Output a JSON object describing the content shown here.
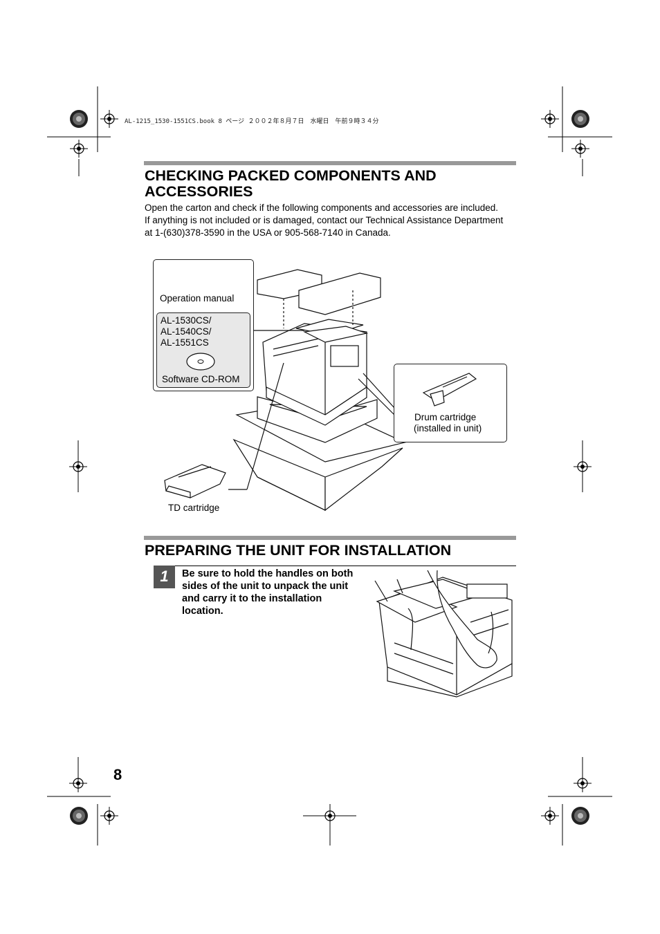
{
  "running_header": "AL-1215_1530-1551CS.book  8 ページ  ２００２年８月７日　水曜日　午前９時３４分",
  "section1": {
    "title": "CHECKING PACKED COMPONENTS AND ACCESSORIES",
    "paragraphs": [
      "Open the carton and check if the following components and accessories are included.",
      "If anything is not included or is damaged, contact our Technical Assistance Department at 1-(630)378-3590 in the USA or 905-568-7140 in Canada."
    ]
  },
  "figure1": {
    "operation_manual": "Operation manual",
    "models": [
      "AL-1530CS/",
      "AL-1540CS/",
      "AL-1551CS"
    ],
    "software_cd": "Software CD-ROM",
    "drum_cartridge": "Drum cartridge",
    "drum_note": "(installed in unit)",
    "td_cartridge": "TD cartridge"
  },
  "section2": {
    "title": "PREPARING THE UNIT FOR INSTALLATION",
    "step_number": "1",
    "step_text": "Be sure to hold the handles on both sides of the unit to unpack the unit and carry it to the installation location."
  },
  "page_number": "8"
}
